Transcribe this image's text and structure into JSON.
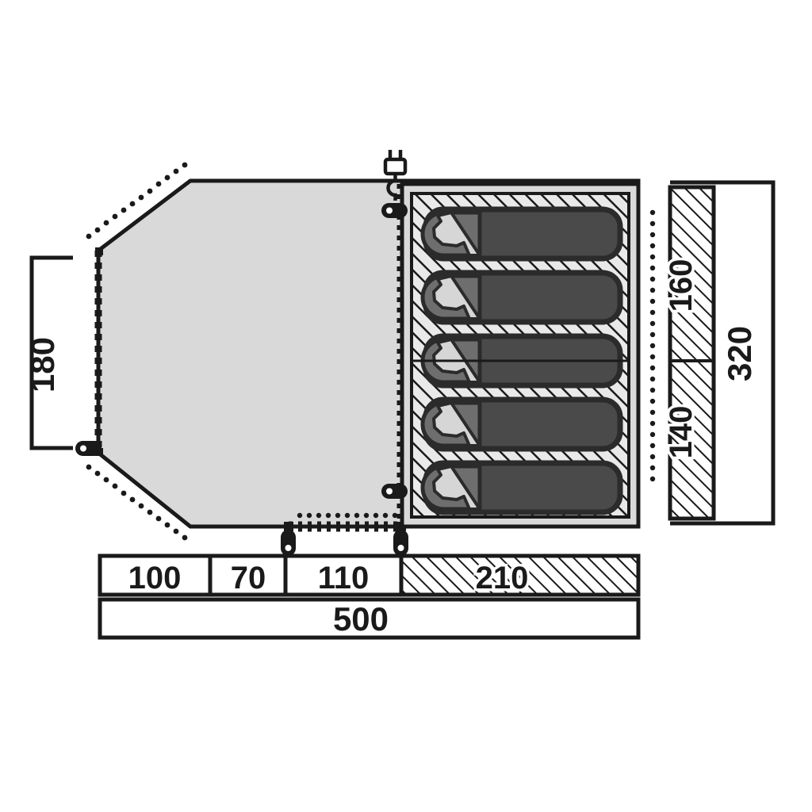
{
  "diagram": {
    "title": "Tent floor plan",
    "type": "technical-floorplan",
    "unit": "cm"
  },
  "colors": {
    "outline": "#1a1a1a",
    "body_fill": "#d9d9d9",
    "inner_border": "#d9d9d9",
    "hatch_line": "#1a1a1a",
    "hatch_bg": "#e8e8e8",
    "sleeping_bag_fill": "#4a4a4a",
    "sleeping_bag_outline": "#2b2b2b",
    "pillow_fill": "#6e6e6e",
    "head_fill": "#d6d6d6",
    "text": "#1a1a1a",
    "background": "#ffffff"
  },
  "dimensions": {
    "horizontal": {
      "segments": [
        {
          "label": "100",
          "hatched": false
        },
        {
          "label": "70",
          "hatched": false
        },
        {
          "label": "110",
          "hatched": false
        },
        {
          "label": "210",
          "hatched": true
        }
      ],
      "total": {
        "label": "500",
        "hatched": false
      }
    },
    "vertical_right": {
      "segments": [
        {
          "label": "160",
          "hatched": true
        },
        {
          "label": "140",
          "hatched": true
        }
      ],
      "total": {
        "label": "320",
        "hatched": false
      }
    },
    "vertical_left": {
      "label": "180",
      "hatched": false
    }
  },
  "features": {
    "sleeping_bags_count": 5,
    "power_inlet": "plug-icon",
    "toggles_count": 5,
    "zippers": [
      "front-door-zipper",
      "inner-tent-zipper",
      "bottom-zipper"
    ]
  }
}
